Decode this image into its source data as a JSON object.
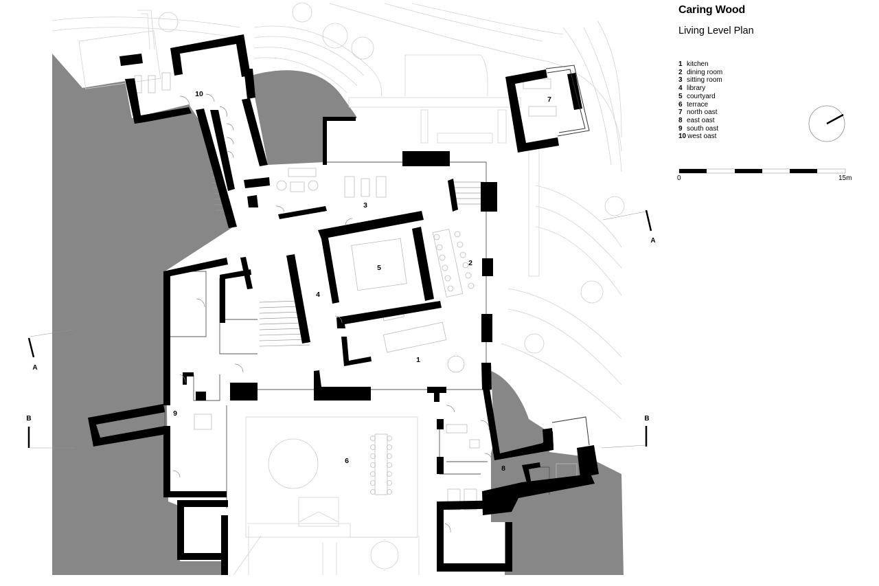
{
  "header": {
    "title": "Caring Wood",
    "subtitle": "Living Level Plan"
  },
  "legend": {
    "items": [
      {
        "num": "1",
        "label": "kitchen"
      },
      {
        "num": "2",
        "label": "dining room"
      },
      {
        "num": "3",
        "label": "sitting room"
      },
      {
        "num": "4",
        "label": "library"
      },
      {
        "num": "5",
        "label": "courtyard"
      },
      {
        "num": "6",
        "label": "terrace"
      },
      {
        "num": "7",
        "label": "north oast"
      },
      {
        "num": "8",
        "label": "east oast"
      },
      {
        "num": "9",
        "label": "south oast"
      },
      {
        "num": "10",
        "label": "west oast"
      }
    ]
  },
  "scale_bar": {
    "start_label": "0",
    "end_label": "15m",
    "segments": 6
  },
  "north_arrow": {
    "icon": "north-arrow-icon"
  },
  "section_markers": {
    "a_left": "A",
    "a_right": "A",
    "b_left": "B",
    "b_right": "B"
  },
  "plan_labels": {
    "kitchen": "1",
    "dining": "2",
    "sitting": "3",
    "library": "4",
    "courtyard": "5",
    "terrace": "6",
    "north_oast": "7",
    "east_oast": "8",
    "south_oast": "9",
    "west_oast": "10"
  },
  "colors": {
    "wall": "#000000",
    "ground": "#878787",
    "linework": "#c8c8c8",
    "background": "#ffffff"
  }
}
